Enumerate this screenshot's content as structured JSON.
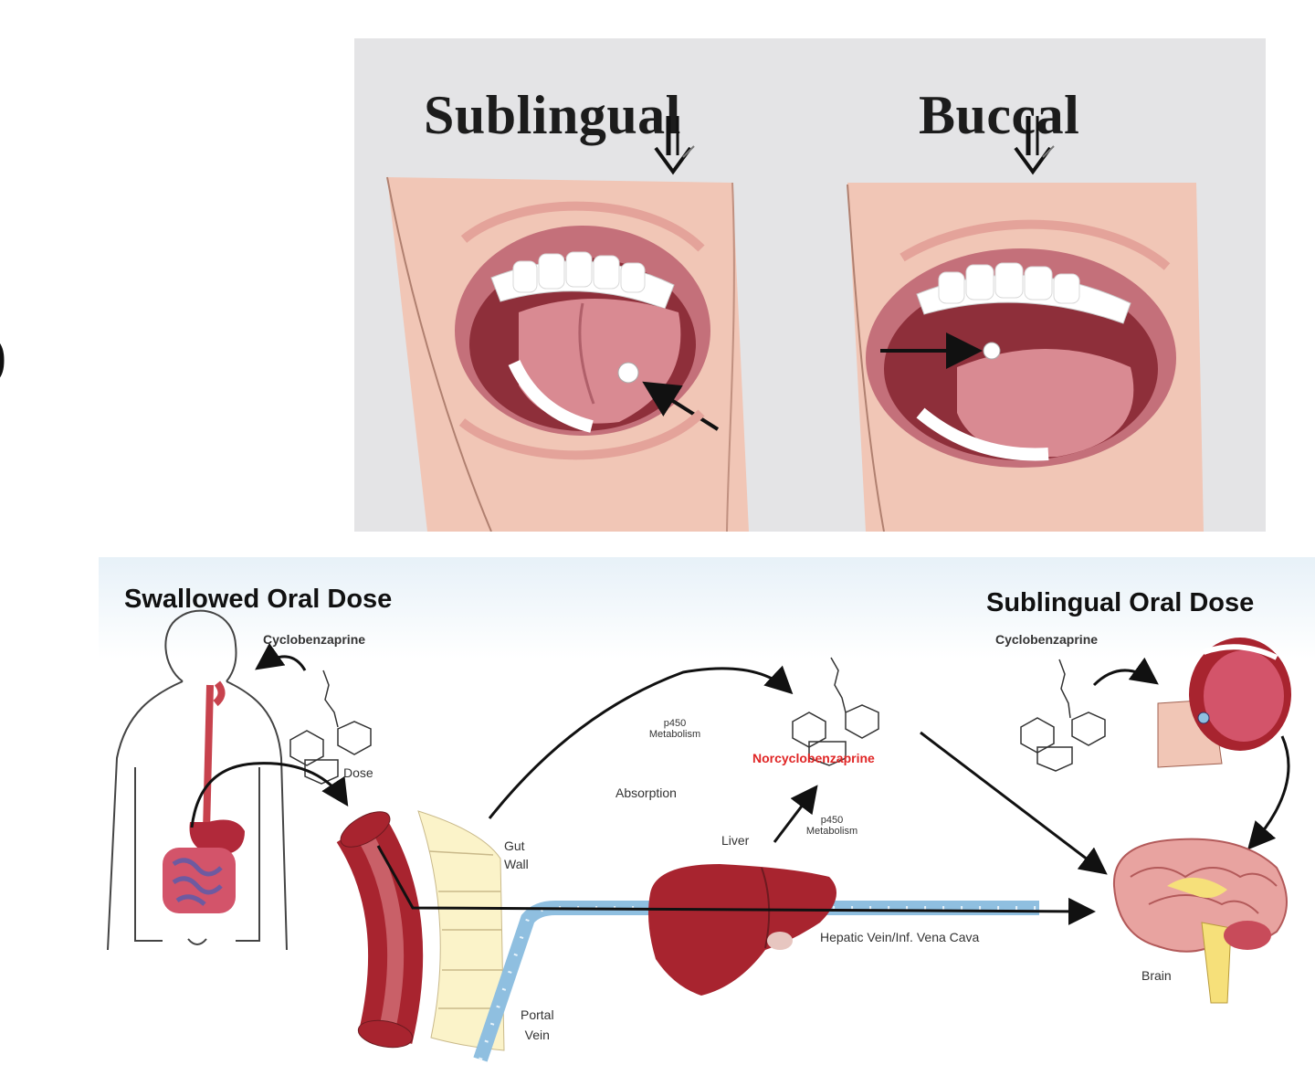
{
  "stray_char": ")",
  "top": {
    "left_title": "Sublingual",
    "right_title": "Buccal"
  },
  "bottom": {
    "swallowed_title": "Swallowed Oral Dose",
    "sublingual_title": "Sublingual Oral Dose",
    "drug_left": "Cyclobenzaprine",
    "drug_right": "Cyclobenzaprine",
    "dose": "Dose",
    "metabolite": "Norcyclobenzaprine",
    "p450_upper": "p450\nMetabolism",
    "absorption": "Absorption",
    "gut_wall": "Gut\nWall",
    "liver": "Liver",
    "p450_lower": "p450\nMetabolism",
    "hepatic_vein": "Hepatic Vein/Inf. Vena Cava",
    "portal_vein": "Portal\nVein",
    "brain": "Brain"
  },
  "colors": {
    "panel_gray": "#e4e4e6",
    "skin": "#f1c6b6",
    "mouth_dark": "#8e2f3a",
    "tongue": "#d98a92",
    "organ_red": "#a8242f",
    "gut_yellow": "#fbf3c9",
    "vein_blue": "#8fbfe0",
    "label_red": "#e02525"
  },
  "icons": [
    "arrow-icon",
    "pill-icon",
    "molecule-icon",
    "human-body-icon",
    "intestine-icon",
    "liver-icon",
    "brain-icon",
    "mouth-icon"
  ]
}
